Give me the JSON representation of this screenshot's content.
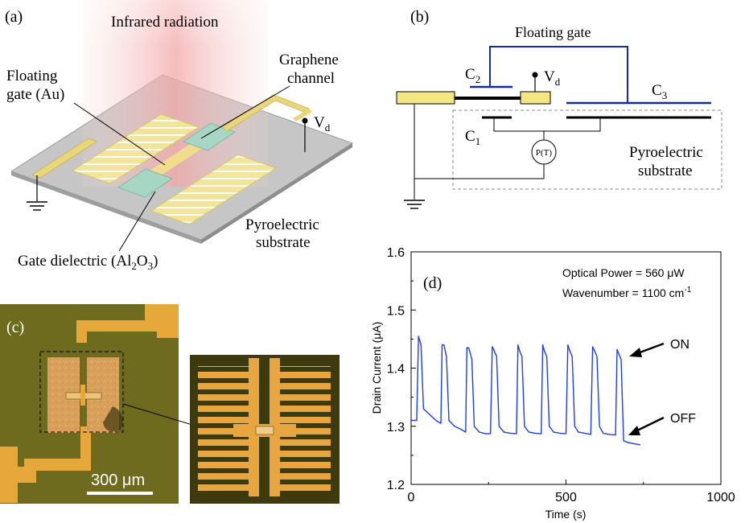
{
  "panel_a": {
    "label": "(a)",
    "beam_label": "Infrared radiation",
    "floating_gate_line1": "Floating",
    "floating_gate_line2": "gate (Au)",
    "graphene_line1": "Graphene",
    "graphene_line2": "channel",
    "vd_main": "V",
    "vd_sub": "d",
    "gate_dielectric_main": "Gate dielectric (Al",
    "gate_dielectric_sub1": "2",
    "gate_dielectric_mid": "O",
    "gate_dielectric_sub2": "3",
    "gate_dielectric_end": ")",
    "substrate_line1": "Pyroelectric",
    "substrate_line2": "substrate"
  },
  "panel_b": {
    "label": "(b)",
    "floating_gate": "Floating gate",
    "c2_main": "C",
    "c2_sub": "2",
    "vd_main": "V",
    "vd_sub": "d",
    "c3_main": "C",
    "c3_sub": "3",
    "c1_main": "C",
    "c1_sub": "1",
    "source_label": "P(T)",
    "substrate_line1": "Pyroelectric",
    "substrate_line2": "substrate"
  },
  "panel_c": {
    "label": "(c)",
    "scale_bar": "300 μm"
  },
  "panel_d": {
    "label": "(d)",
    "annotation1": "Optical Power = 560 μW",
    "annotation2_main": "Wavenumber = 1100 cm",
    "annotation2_sup": "-1",
    "on_label": "ON",
    "off_label": "OFF"
  },
  "chart_data": {
    "type": "line",
    "xlabel": "Time (s)",
    "ylabel": "Drain Current (μA)",
    "xlim": [
      0,
      1000
    ],
    "ylim": [
      1.2,
      1.6
    ],
    "xticks": [
      0,
      500,
      1000
    ],
    "yticks": [
      1.2,
      1.3,
      1.4,
      1.5,
      1.6
    ],
    "grid": false,
    "series": [
      {
        "color": "#1f3fe0",
        "x": [
          0,
          10,
          18,
          24,
          32,
          40,
          60,
          80,
          96,
          100,
          106,
          114,
          122,
          140,
          160,
          176,
          180,
          186,
          196,
          204,
          220,
          240,
          256,
          262,
          268,
          276,
          284,
          300,
          320,
          340,
          345,
          350,
          358,
          366,
          380,
          400,
          420,
          425,
          430,
          438,
          446,
          460,
          480,
          500,
          506,
          512,
          520,
          528,
          540,
          560,
          580,
          586,
          592,
          600,
          608,
          620,
          640,
          660,
          665,
          670,
          678,
          686,
          700,
          720,
          740
        ],
        "y": [
          1.31,
          1.31,
          1.31,
          1.455,
          1.44,
          1.33,
          1.32,
          1.31,
          1.305,
          1.44,
          1.44,
          1.42,
          1.31,
          1.3,
          1.295,
          1.29,
          1.435,
          1.435,
          1.415,
          1.3,
          1.29,
          1.287,
          1.287,
          1.437,
          1.43,
          1.42,
          1.3,
          1.29,
          1.288,
          1.287,
          1.44,
          1.43,
          1.42,
          1.3,
          1.29,
          1.288,
          1.287,
          1.44,
          1.43,
          1.42,
          1.3,
          1.29,
          1.288,
          1.287,
          1.44,
          1.43,
          1.42,
          1.3,
          1.29,
          1.288,
          1.286,
          1.437,
          1.43,
          1.42,
          1.3,
          1.288,
          1.286,
          1.285,
          1.432,
          1.425,
          1.415,
          1.275,
          1.272,
          1.27,
          1.268
        ]
      }
    ]
  }
}
